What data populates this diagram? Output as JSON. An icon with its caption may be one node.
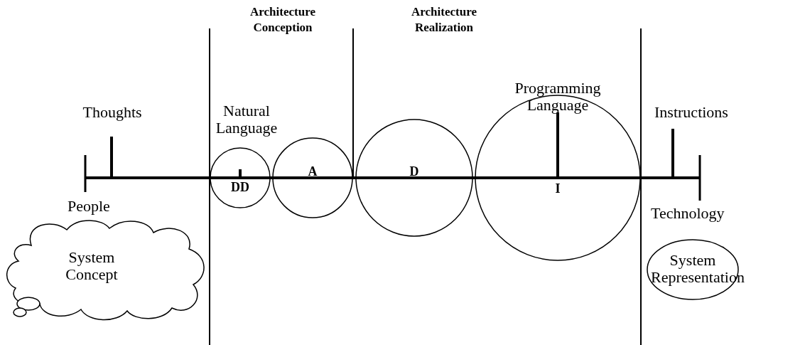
{
  "diagram": {
    "nodes": [
      {
        "text": [
          "DD"
        ]
      },
      {
        "text": [
          "A"
        ]
      },
      {
        "text": [
          "D"
        ]
      },
      {
        "text": [
          "I"
        ]
      },
      {
        "text": [
          "System Concept"
        ],
        "beside": [
          "People"
        ]
      },
      {
        "text": [
          "System Representation"
        ],
        "beside": [
          "Technology"
        ]
      }
    ],
    "edges": [],
    "labels": [
      "Architecture Conception",
      "Architecture Realization",
      "Thoughts",
      "Natural Language",
      "Programming Language",
      "Instructions"
    ]
  }
}
